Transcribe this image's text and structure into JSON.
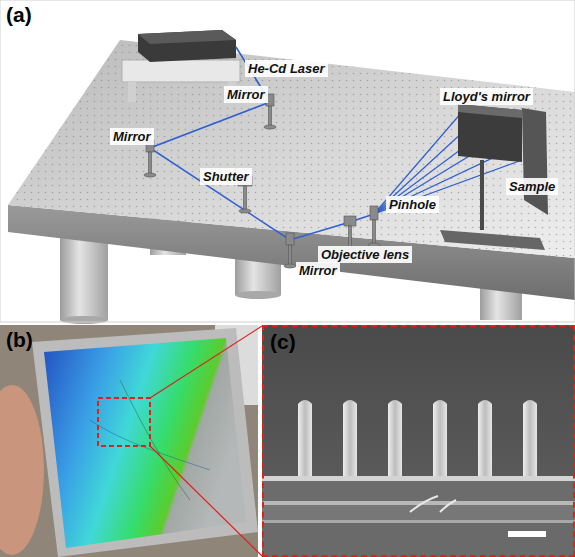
{
  "diagram": {
    "nodes": [
      {
        "text": [
          "(a)"
        ]
      },
      {
        "text": [
          "(b)"
        ]
      },
      {
        "text": [
          "(c)"
        ]
      }
    ],
    "labels": [
      "He-Cd Laser",
      "Mirror",
      "Lloyd's mirror",
      "Mirror",
      "Shutter",
      "Sample",
      "Pinhole",
      "Objective lens",
      "Mirror"
    ]
  }
}
